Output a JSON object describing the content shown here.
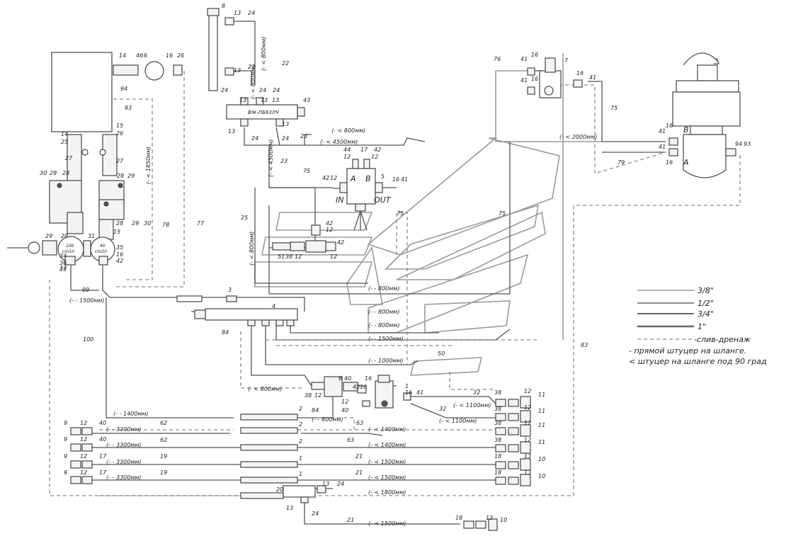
{
  "valve_block": {
    "label": "ВЖ-ПБ63ЛЧ"
  },
  "distributor": {
    "in_label": "IN",
    "out_label": "OUT",
    "port_a": "A",
    "port_b": "B"
  },
  "motor": {
    "port_a": "A",
    "port_b": "B"
  },
  "flowmeters": {
    "left_top": "100",
    "left_unit": "cm3/r",
    "right_top": "40",
    "right_unit": "cm3/r"
  },
  "legend": {
    "items": [
      {
        "label": "3/8\"",
        "style": "thin"
      },
      {
        "label": "1/2\"",
        "style": "thin"
      },
      {
        "label": "3/4\"",
        "style": "thin"
      },
      {
        "label": "1\"",
        "style": "thin"
      },
      {
        "label": "-слив-дренаж",
        "style": "dashed"
      }
    ],
    "notes": [
      "- прямой штуцер на шланге.",
      "< штуцер на шланге под 90 град"
    ]
  },
  "lengths": {
    "l800_a": "(- < 800мм)",
    "l800_b": "(- < 800мм)",
    "l4500_a": "(- < 4500мм)",
    "l4500_b": "(- < 4500мм)",
    "l800_top": "(- < 800мм)",
    "l2000": "(- < 2000мм)",
    "l1850": "(- < 1850мм)",
    "l800_c": "(- < 800мм)",
    "l1500_a": "(- - 1500мм)",
    "l800_d": "(- - 800мм)",
    "l800_e": "(- - 800мм)",
    "l800_f": "(- - 800мм)",
    "l1500_b": "(- - 1500мм)",
    "l1000": "(- - 1000мм)",
    "l800_g": "(- < 800мм)",
    "l1100_a": "(- < 1100мм)",
    "l1100_b": "(- < 1100мм)",
    "l1400_a": "(- - 1400мм)",
    "l800_h": "(- - 800мм)",
    "l3300_a": "(- - 3300мм)",
    "l3300_b": "(- - 3300мм)",
    "l3300_c": "(- - 3300мм)",
    "l3300_d": "(- - 3300мм)",
    "l1400_b": "(- < 1400мм)",
    "l1400_c": "(- < 1400мм)",
    "l1500_c": "(- < 1500мм)",
    "l1500_d": "(- < 1500мм)",
    "l1800": "(- < 1800мм)",
    "l1500_e": "(- < 1500мм)"
  },
  "callouts": {
    "c8": "8",
    "c13a": "13",
    "c24a": "24",
    "c22a": "22",
    "c22b": "22",
    "c13b": "13",
    "c24b": "24",
    "c14a": "14",
    "c46": "46",
    "c6": "6",
    "c16a": "16",
    "c26a": "26",
    "c14b": "14",
    "c94a": "94",
    "c93a": "93",
    "c13c": "13",
    "c24c": "24",
    "c13d": "13",
    "c24d": "24",
    "c43": "43",
    "c13e": "13",
    "c24e": "24",
    "c13f": "13",
    "c23a": "23",
    "c23b": "23",
    "c42a": "42",
    "c12a": "12",
    "c44": "44",
    "c17a": "17",
    "c42b": "42",
    "c12b": "12",
    "c5": "5",
    "c16b": "16",
    "c41a": "41",
    "c76": "76",
    "c41b": "41",
    "c16c": "16",
    "c7": "7",
    "c41c": "41",
    "c16d": "16",
    "c16e": "16",
    "c41d": "41",
    "c75a": "75",
    "c75b": "75",
    "c75c": "75",
    "c75d": "75",
    "c79": "79",
    "c16f": "16",
    "c41e": "41",
    "c41f": "41",
    "c16g": "16",
    "c94b": "94",
    "c93b": "93",
    "c14c": "14",
    "c15a": "15",
    "c25": "25",
    "c26b": "26",
    "c27a": "27",
    "c27b": "27",
    "c30a": "30",
    "c29a": "29",
    "c28a": "28",
    "c28b": "28",
    "c29b": "29",
    "c28c": "28",
    "c29c": "29",
    "c30b": "30",
    "c78": "78",
    "c77": "77",
    "c29d": "29",
    "c28d": "28",
    "c31": "31",
    "c15b": "15",
    "c15c": "15",
    "c34": "34",
    "c36": "36",
    "c35": "35",
    "c16h": "16",
    "c33": "33",
    "c15d": "15",
    "c42c": "42",
    "c99": "99",
    "c100": "100",
    "c25b": "25",
    "c42d": "42",
    "c12c": "12",
    "c42e": "42",
    "c51": "51",
    "c38a": "38",
    "c12d": "12",
    "c12e": "12",
    "c3": "3",
    "c4": "4",
    "c84a": "84",
    "c83": "83",
    "c50": "50",
    "c6b": "6",
    "c40a": "40",
    "c16i": "16",
    "c38b": "38",
    "c12f": "12",
    "c42f": "42",
    "c16j": "16",
    "c1a": "1",
    "c16k": "16",
    "c41g": "41",
    "c32a": "32",
    "c38c": "38",
    "c12g": "12",
    "c11a": "11",
    "c32b": "32",
    "c38d": "38",
    "c12h": "12",
    "c11b": "11",
    "c84b": "84",
    "c12i": "12",
    "c40b": "40",
    "c2a": "2",
    "c9a": "9",
    "c12j": "12",
    "c40c": "40",
    "c62a": "62",
    "c2b": "2",
    "c63a": "63",
    "c38e": "38",
    "c12k": "12",
    "c11c": "11",
    "c9b": "9",
    "c12l": "12",
    "c40d": "40",
    "c62b": "62",
    "c2c": "2",
    "c63b": "63",
    "c38f": "38",
    "c12m": "12",
    "c11d": "11",
    "c9c": "9",
    "c12n": "12",
    "c17b": "17",
    "c19a": "19",
    "c1b": "1",
    "c21a": "21",
    "c18a": "18",
    "c13g": "13",
    "c10a": "10",
    "c9d": "9",
    "c12o": "12",
    "c17c": "17",
    "c19b": "19",
    "c1c": "1",
    "c21b": "21",
    "c18b": "18",
    "c13h": "13",
    "c10b": "10",
    "c20": "20",
    "c13i": "13",
    "c24f": "24",
    "c13j": "13",
    "c24g": "24",
    "c21c": "21",
    "c18c": "18",
    "c13k": "13",
    "c10c": "10"
  }
}
